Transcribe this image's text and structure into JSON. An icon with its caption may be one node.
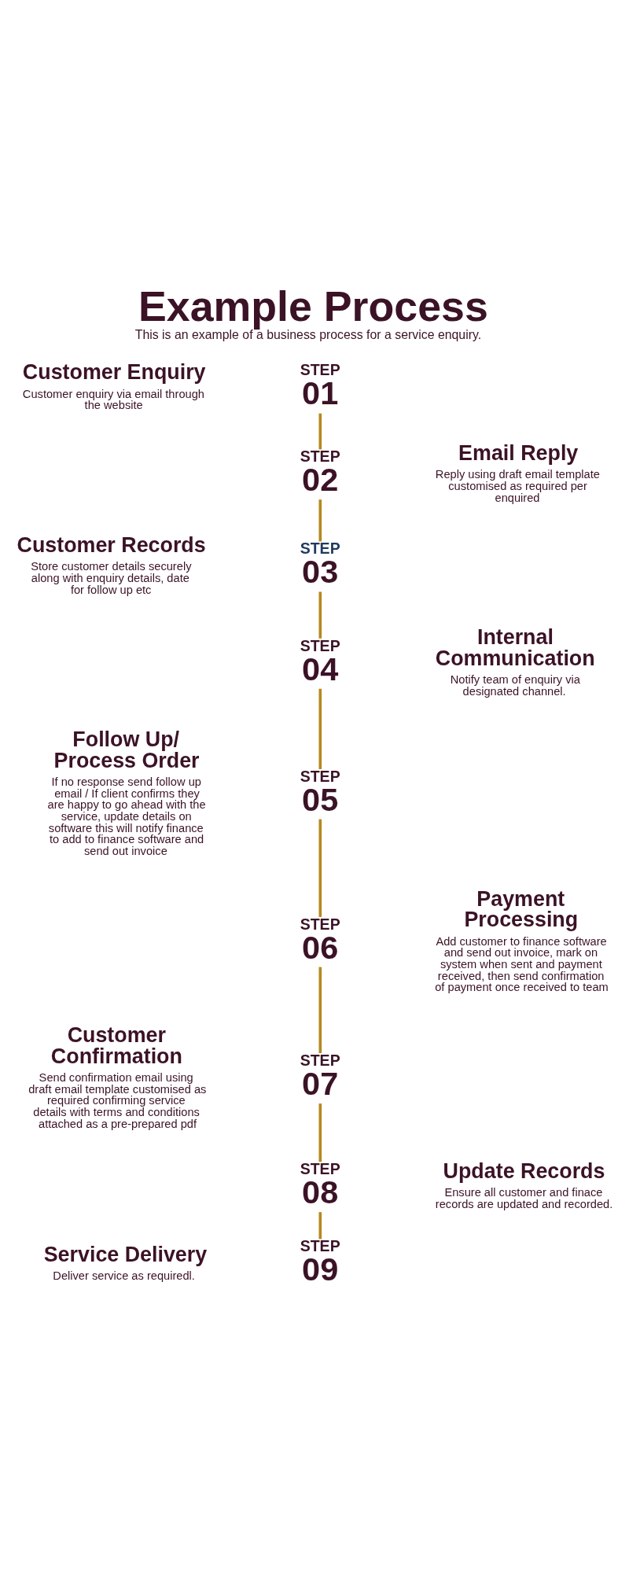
{
  "diagram": {
    "title": "Example Process",
    "caption": "This is an example of a business process for a service enquiry.",
    "nodes": [
      {
        "text": [
          "STEP",
          "01"
        ],
        "beside": [
          "Customer Enquiry",
          "Customer enquiry via email through the website"
        ]
      },
      {
        "text": [
          "STEP",
          "02"
        ],
        "beside": [
          "Email Reply",
          "Reply using draft email template customised as required per enquired"
        ]
      },
      {
        "text": [
          "STEP",
          "03"
        ],
        "beside": [
          "Customer Records",
          "Store customer details securely along with enquiry details, date for follow up etc"
        ]
      },
      {
        "text": [
          "STEP",
          "04"
        ],
        "beside": [
          "Internal Communication",
          "Notify team of enquiry via designated channel."
        ]
      },
      {
        "text": [
          "STEP",
          "05"
        ],
        "beside": [
          "Follow Up/ Process Order",
          "If no response send follow up email / If client confirms they are happy to go ahead with the service, update details on software this will notify finance to add to finance software and send out invoice"
        ]
      },
      {
        "text": [
          "STEP",
          "06"
        ],
        "beside": [
          "Payment Processing",
          "Add customer to finance software and send out invoice, mark on system when sent and payment received, then send confirmation of payment once received to team"
        ]
      },
      {
        "text": [
          "STEP",
          "07"
        ],
        "beside": [
          "Customer Confirmation",
          "Send confirmation email using draft email template customised as required confirming service details with terms and conditions attached as a pre-prepared pdf"
        ]
      },
      {
        "text": [
          "STEP",
          "08"
        ],
        "beside": [
          "Update Records",
          "Ensure all customer and finace records are updated and recorded."
        ]
      },
      {
        "text": [
          "STEP",
          "09"
        ],
        "beside": [
          "Service Delivery",
          "Deliver service as requiredl."
        ]
      }
    ],
    "edges": [
      {
        "from": 0,
        "to": 1,
        "arrow": "none"
      },
      {
        "from": 1,
        "to": 2,
        "arrow": "none"
      },
      {
        "from": 2,
        "to": 3,
        "arrow": "none"
      },
      {
        "from": 3,
        "to": 4,
        "arrow": "none"
      },
      {
        "from": 4,
        "to": 5,
        "arrow": "none"
      },
      {
        "from": 5,
        "to": 6,
        "arrow": "none"
      },
      {
        "from": 6,
        "to": 7,
        "arrow": "none"
      },
      {
        "from": 7,
        "to": 8,
        "arrow": "none"
      }
    ]
  }
}
